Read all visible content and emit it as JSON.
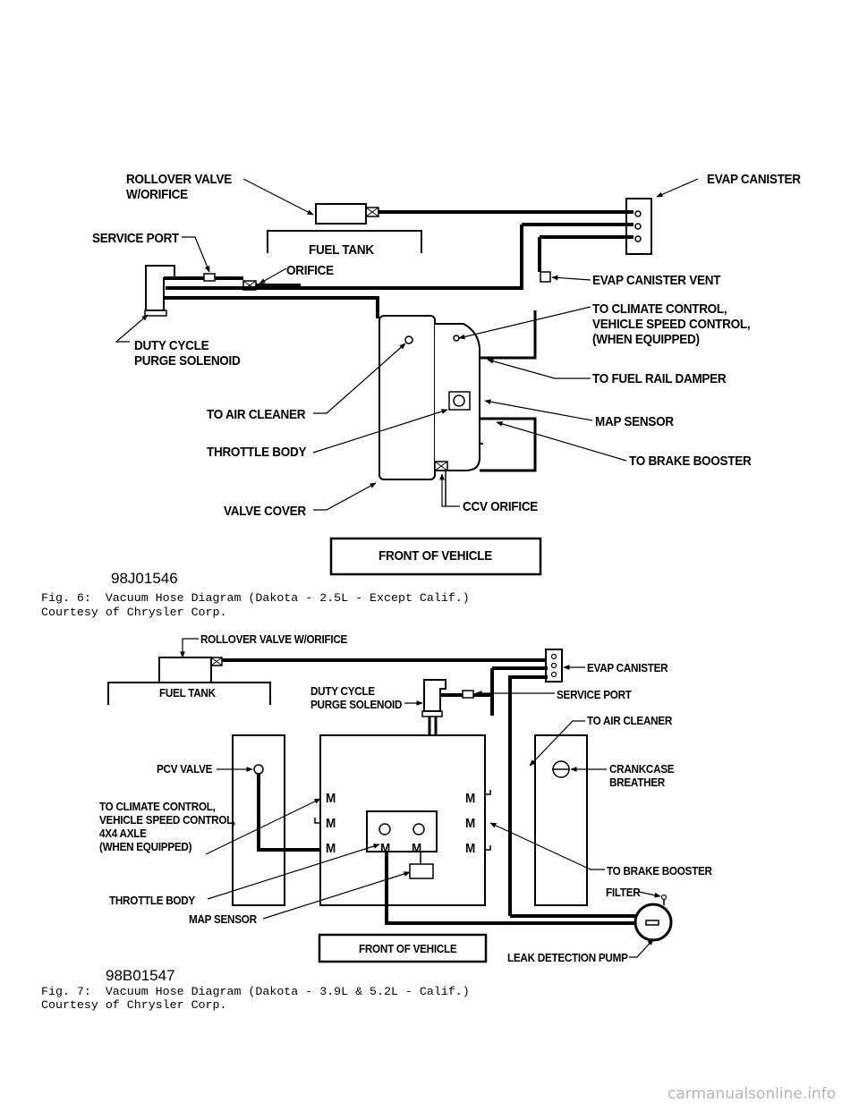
{
  "fig6": {
    "id": "98J01546",
    "caption": "Fig. 6:  Vacuum Hose Diagram (Dakota - 2.5L - Except Calif.)",
    "credit": "Courtesy of Chrysler Corp.",
    "labels": {
      "rollover_valve": "ROLLOVER VALVE\nW/ORIFICE",
      "evap_canister": "EVAP CANISTER",
      "service_port": "SERVICE PORT",
      "fuel_tank": "FUEL TANK",
      "orifice": "ORIFICE",
      "evap_canister_vent": "EVAP CANISTER VENT",
      "climate_control": "TO CLIMATE CONTROL,\nVEHICLE SPEED CONTROL,\n(WHEN EQUIPPED)",
      "duty_cycle": "DUTY CYCLE\nPURGE SOLENOID",
      "fuel_rail_damper": "TO FUEL RAIL DAMPER",
      "air_cleaner": "TO AIR CLEANER",
      "map_sensor": "MAP SENSOR",
      "throttle_body": "THROTTLE BODY",
      "brake_booster": "TO BRAKE BOOSTER",
      "valve_cover": "VALVE COVER",
      "ccv_orifice": "CCV ORIFICE",
      "front_of_vehicle": "FRONT OF VEHICLE"
    }
  },
  "fig7": {
    "id": "98B01547",
    "caption": "Fig. 7:  Vacuum Hose Diagram (Dakota - 3.9L & 5.2L - Calif.)",
    "credit": "Courtesy of Chrysler Corp.",
    "labels": {
      "rollover_valve": "ROLLOVER VALVE W/ORIFICE",
      "evap_canister": "EVAP CANISTER",
      "fuel_tank": "FUEL TANK",
      "duty_cycle": "DUTY CYCLE\nPURGE SOLENOID",
      "service_port": "SERVICE PORT",
      "air_cleaner": "TO AIR CLEANER",
      "pcv_valve": "PCV VALVE",
      "crankcase_breather": "CRANKCASE\nBREATHER",
      "climate_control": "TO CLIMATE CONTROL,\nVEHICLE SPEED CONTROL,\n4X4 AXLE\n(WHEN EQUIPPED)",
      "brake_booster": "TO BRAKE BOOSTER",
      "throttle_body": "THROTTLE BODY",
      "filter": "FILTER",
      "map_sensor": "MAP SENSOR",
      "front_of_vehicle": "FRONT OF VEHICLE",
      "leak_detection_pump": "LEAK DETECTION PUMP",
      "manifold_m": "M"
    }
  },
  "watermark": "carmanualsonline.info"
}
